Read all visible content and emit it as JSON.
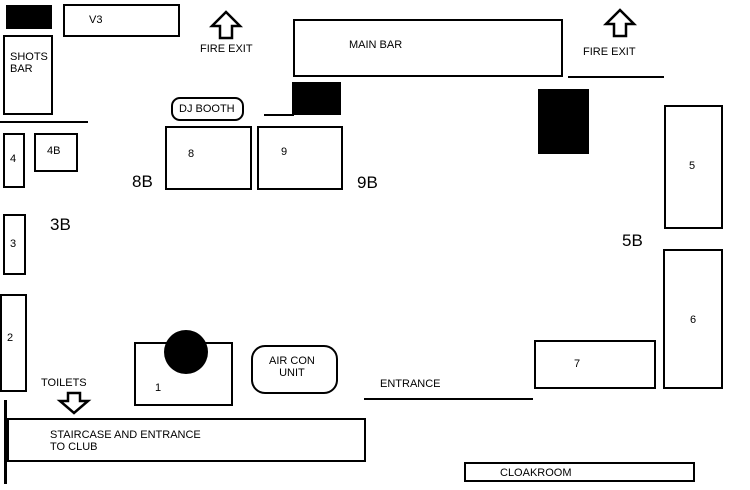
{
  "labels": {
    "v3": "V3",
    "shots_bar": "SHOTS\nBAR",
    "fire_exit_left": "FIRE EXIT",
    "main_bar": "MAIN BAR",
    "fire_exit_right": "FIRE EXIT",
    "dj_booth": "DJ BOOTH",
    "table_4": "4",
    "table_4b": "4B",
    "table_8": "8",
    "table_9": "9",
    "area_8b": "8B",
    "area_9b": "9B",
    "table_5": "5",
    "area_3b": "3B",
    "table_3": "3",
    "area_5b": "5B",
    "table_6": "6",
    "table_2": "2",
    "air_con_unit": "AIR CON\nUNIT",
    "table_7": "7",
    "table_1": "1",
    "toilets": "TOILETS",
    "entrance": "ENTRANCE",
    "staircase": "STAIRCASE AND ENTRANCE\nTO CLUB",
    "cloakroom": "CLOAKROOM"
  },
  "colors": {
    "line": "#000000",
    "background": "#ffffff"
  },
  "icons": [
    "up-arrow-icon",
    "down-arrow-icon"
  ]
}
